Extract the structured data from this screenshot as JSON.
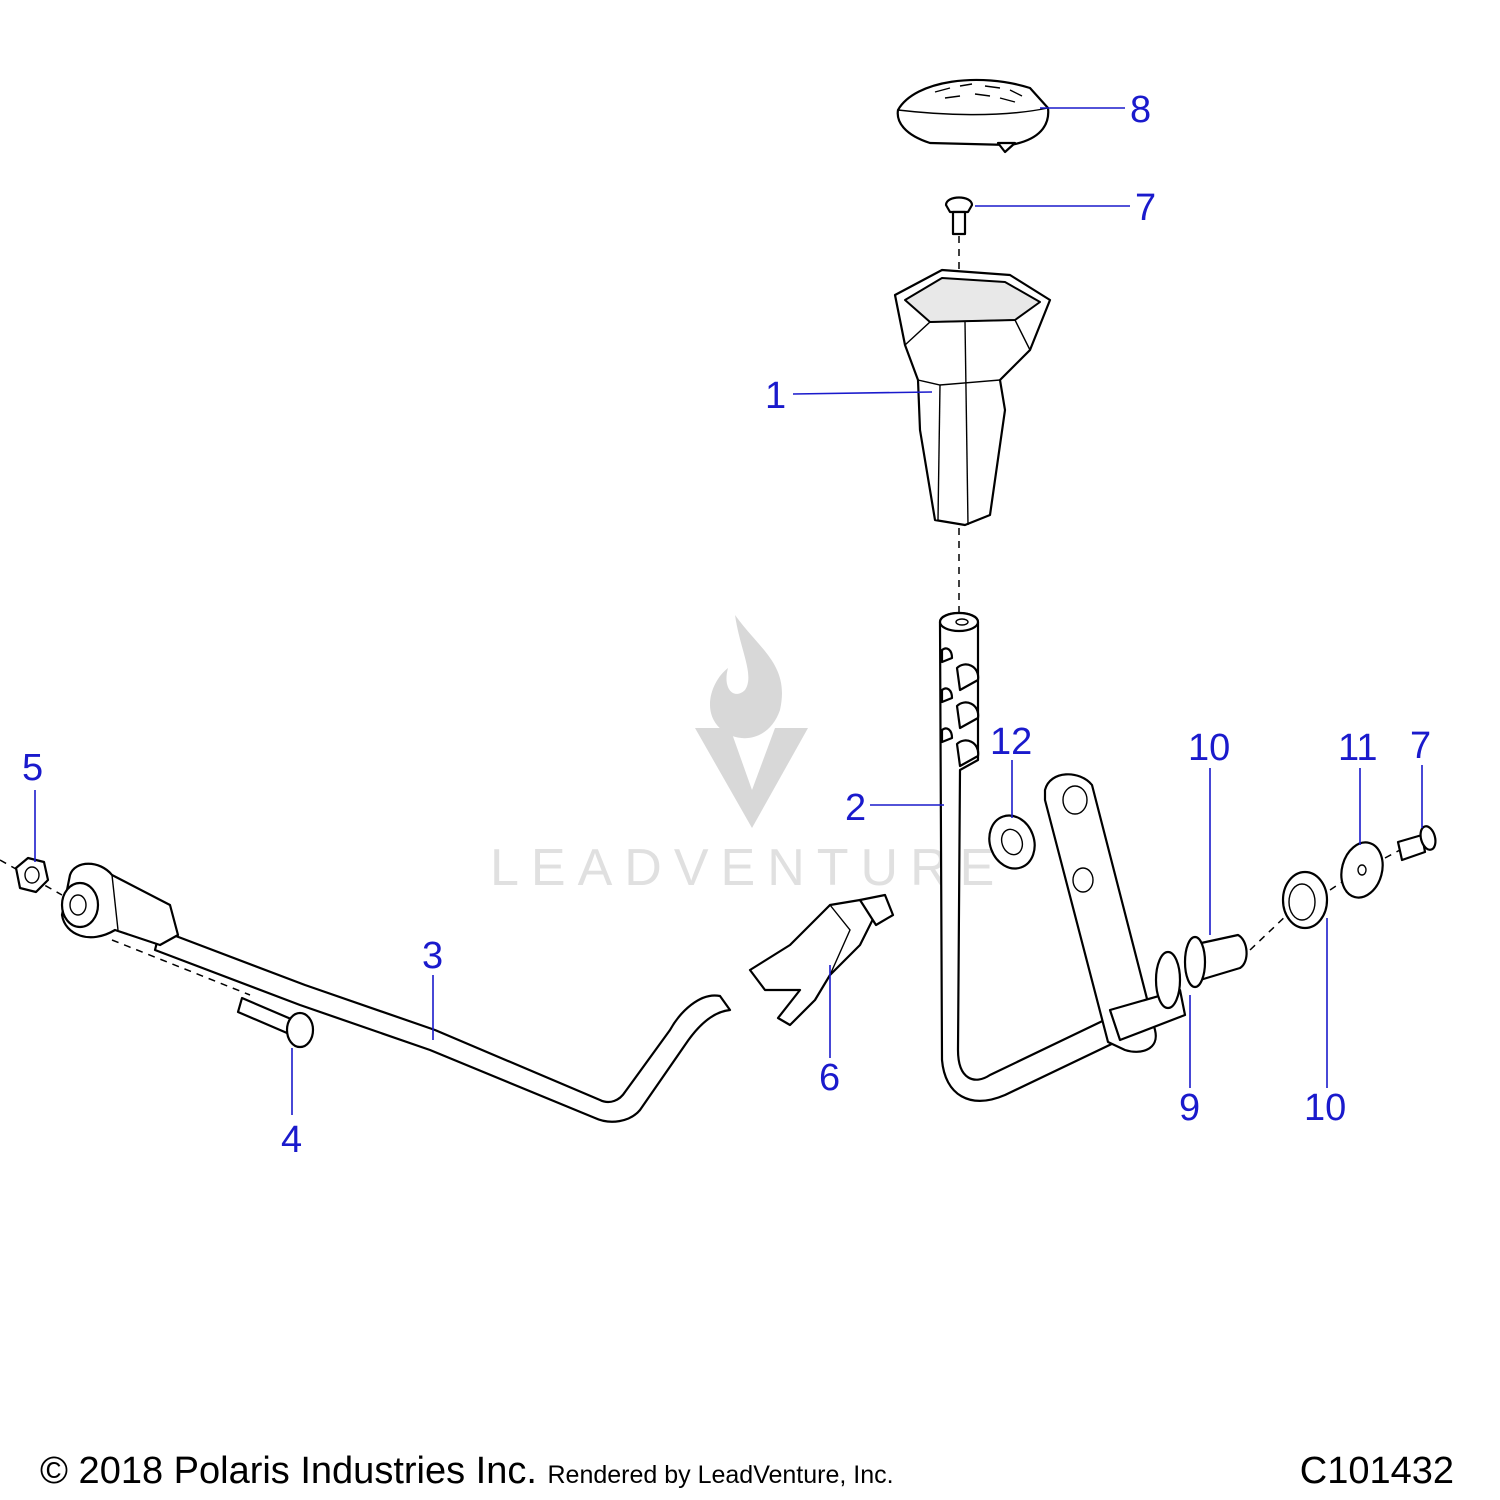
{
  "watermark": {
    "text": "LEADVENTURE"
  },
  "callouts": [
    {
      "id": "1",
      "label": "1"
    },
    {
      "id": "2",
      "label": "2"
    },
    {
      "id": "3",
      "label": "3"
    },
    {
      "id": "4",
      "label": "4"
    },
    {
      "id": "5",
      "label": "5"
    },
    {
      "id": "6",
      "label": "6"
    },
    {
      "id": "7a",
      "label": "7"
    },
    {
      "id": "7b",
      "label": "7"
    },
    {
      "id": "8",
      "label": "8"
    },
    {
      "id": "9",
      "label": "9"
    },
    {
      "id": "10a",
      "label": "10"
    },
    {
      "id": "10b",
      "label": "10"
    },
    {
      "id": "11",
      "label": "11"
    },
    {
      "id": "12",
      "label": "12"
    }
  ],
  "footer": {
    "copyright": "© 2018 Polaris Industries Inc.",
    "rendered_by": "Rendered by LeadVenture, Inc.",
    "diagram_code": "C101432"
  },
  "colors": {
    "callout": "#1a1acc",
    "line": "#000000"
  }
}
